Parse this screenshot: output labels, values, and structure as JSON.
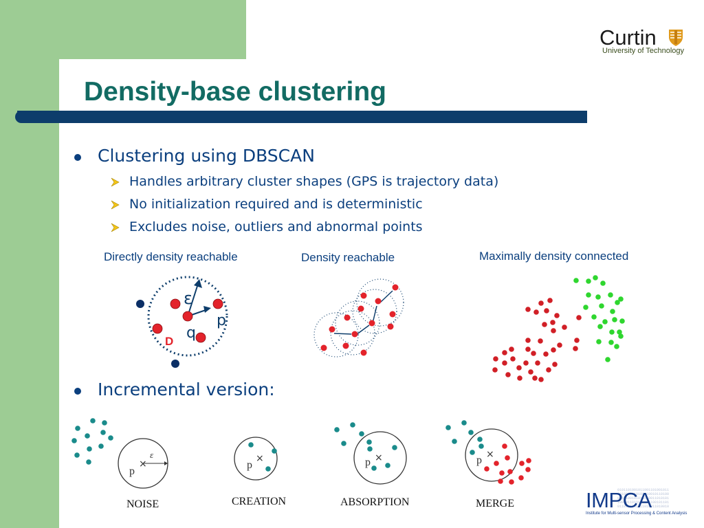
{
  "branding": {
    "university_name": "Curtin",
    "university_subtitle": "University of Technology",
    "lab_name": "IMPCA",
    "lab_subtitle": "Institute for Multi-sensor Processing & Content Analysis"
  },
  "colors": {
    "sidebar_green": "#9dcc94",
    "title_teal": "#126b63",
    "rule_navy": "#0d3d6b",
    "text_blue": "#0b3f7e",
    "point_red": "#e3232b",
    "point_green": "#2fd62f",
    "point_teal": "#1a8b8b"
  },
  "slide": {
    "title": "Density-base clustering",
    "bullets": [
      {
        "text": "Clustering using DBSCAN",
        "sub_items": [
          "Handles arbitrary cluster shapes (GPS is trajectory data)",
          "No initialization required and is deterministic",
          "Excludes noise, outliers and abnormal points"
        ]
      },
      {
        "text": "Incremental version:",
        "sub_items": []
      }
    ]
  },
  "figures": {
    "dbscan": [
      {
        "caption": "Directly density reachable",
        "labels": {
          "epsilon": "ε",
          "p": "p",
          "q": "q",
          "d": "D"
        }
      },
      {
        "caption": "Density reachable"
      },
      {
        "caption": "Maximally density connected"
      }
    ],
    "incremental": [
      {
        "caption": "NOISE",
        "labels": {
          "p": "p",
          "epsilon": "ε",
          "x": "×"
        }
      },
      {
        "caption": "CREATION",
        "labels": {
          "p": "p",
          "x": "×"
        }
      },
      {
        "caption": "ABSORPTION",
        "labels": {
          "p": "p",
          "x": "×"
        }
      },
      {
        "caption": "MERGE",
        "labels": {
          "p": "p",
          "x": "×"
        }
      }
    ]
  },
  "icons": {
    "bullet": "filled-circle-icon",
    "sub_bullet": "arrowhead-icon",
    "logo": "curtin-shield-icon"
  }
}
